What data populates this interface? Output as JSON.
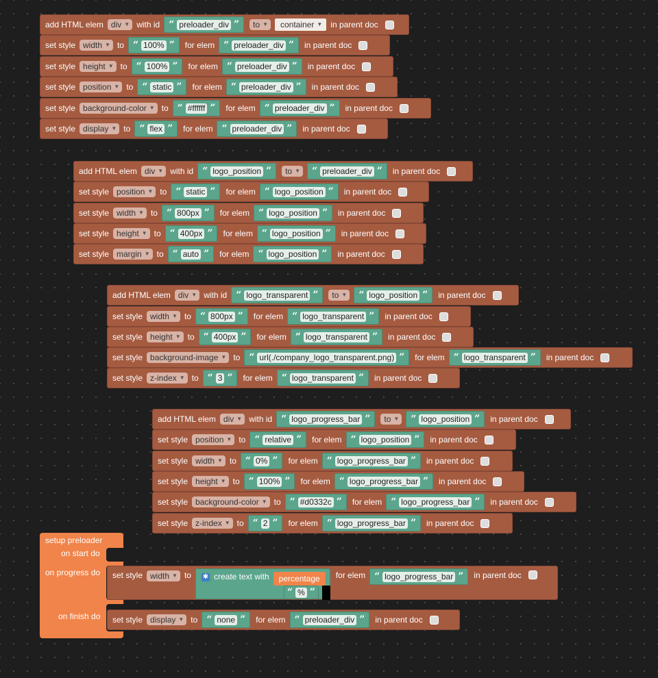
{
  "labels": {
    "add_html": "add HTML elem",
    "with_id": "with id",
    "to": "to",
    "in_parent_doc": "in parent doc",
    "set_style": "set style",
    "for_elem": "for elem",
    "setup_preloader": "setup preloader",
    "on_start_do": "on start do",
    "on_progress_do": "on progress do",
    "on_finish_do": "on finish do",
    "create_text_with": "create text with",
    "percentage": "percentage",
    "percent_sign": "%"
  },
  "groups": [
    {
      "add": {
        "tag": "div",
        "id": "preloader_div",
        "parent": "container"
      },
      "styles": [
        {
          "prop": "width",
          "value": "100%",
          "elem": "preloader_div"
        },
        {
          "prop": "height",
          "value": "100%",
          "elem": "preloader_div"
        },
        {
          "prop": "position",
          "value": "static",
          "elem": "preloader_div"
        },
        {
          "prop": "background-color",
          "value": "#ffffff",
          "elem": "preloader_div"
        },
        {
          "prop": "display",
          "value": "flex",
          "elem": "preloader_div"
        }
      ]
    },
    {
      "add": {
        "tag": "div",
        "id": "logo_position",
        "parent": "preloader_div"
      },
      "styles": [
        {
          "prop": "position",
          "value": "static",
          "elem": "logo_position"
        },
        {
          "prop": "width",
          "value": "800px",
          "elem": "logo_position"
        },
        {
          "prop": "height",
          "value": "400px",
          "elem": "logo_position"
        },
        {
          "prop": "margin",
          "value": "auto",
          "elem": "logo_position"
        }
      ]
    },
    {
      "add": {
        "tag": "div",
        "id": "logo_transparent",
        "parent": "logo_position"
      },
      "styles": [
        {
          "prop": "width",
          "value": "800px",
          "elem": "logo_transparent"
        },
        {
          "prop": "height",
          "value": "400px",
          "elem": "logo_transparent"
        },
        {
          "prop": "background-image",
          "value": "url(./company_logo_transparent.png)",
          "elem": "logo_transparent"
        },
        {
          "prop": "z-index",
          "value": "3",
          "elem": "logo_transparent"
        }
      ]
    },
    {
      "add": {
        "tag": "div",
        "id": "logo_progress_bar",
        "parent": "logo_position"
      },
      "styles": [
        {
          "prop": "position",
          "value": "relative",
          "elem": "logo_position"
        },
        {
          "prop": "width",
          "value": "0%",
          "elem": "logo_progress_bar"
        },
        {
          "prop": "height",
          "value": "100%",
          "elem": "logo_progress_bar"
        },
        {
          "prop": "background-color",
          "value": "#d0332c",
          "elem": "logo_progress_bar"
        },
        {
          "prop": "z-index",
          "value": "2",
          "elem": "logo_progress_bar"
        }
      ]
    }
  ],
  "progress_block": {
    "prop": "width",
    "elem": "logo_progress_bar"
  },
  "finish_block": {
    "prop": "display",
    "value": "none",
    "elem": "preloader_div"
  },
  "colors": {
    "set_style_block": "#a55b40",
    "string_block": "#5ba58c",
    "setup_block": "#f0844a",
    "workspace": "#1e1e1e"
  }
}
